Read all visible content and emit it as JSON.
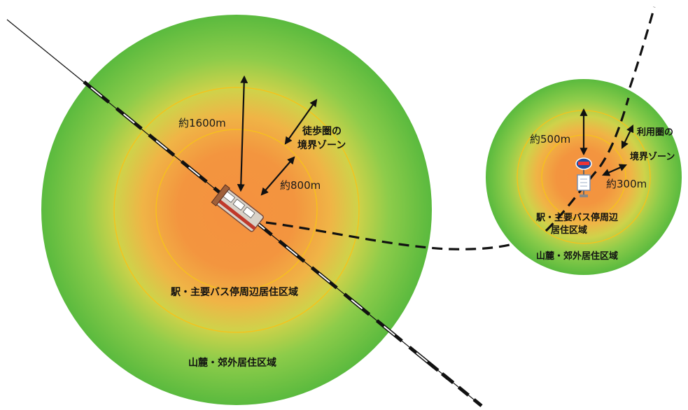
{
  "left_diagram": {
    "radius_outer": "約1600m",
    "radius_inner": "約800m",
    "boundary_zone": [
      "徒歩圏の",
      "境界ゾーン"
    ],
    "inner_area": "駅・主要バス停周辺居住区域",
    "outer_area": "山麓・郊外居住区域"
  },
  "right_diagram": {
    "radius_outer": "約500m",
    "radius_inner": "約300m",
    "boundary_zone": [
      "利用圏の",
      "境界ゾーン"
    ],
    "inner_area": [
      "駅・主要バス停周辺",
      "居住区域"
    ],
    "outer_area": "山麓・郊外居住区域"
  },
  "colors": {
    "outer_green": "#5cc04a",
    "mid_yellow": "#e6d34a",
    "inner_orange": "#f39447",
    "ring_line": "#f7c21a"
  },
  "icons": [
    "train-icon",
    "bus-stop-icon"
  ]
}
